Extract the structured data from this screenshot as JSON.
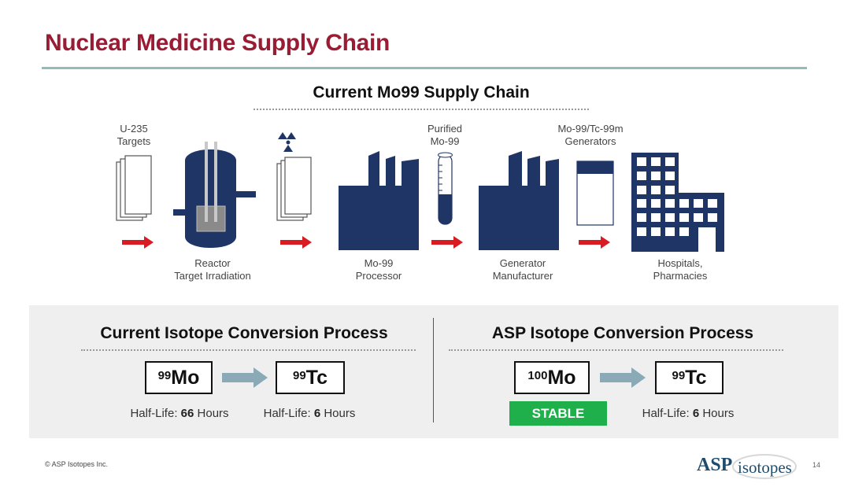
{
  "title": "Nuclear Medicine Supply Chain",
  "supply_chain": {
    "heading": "Current Mo99 Supply Chain",
    "top_labels": {
      "targets": [
        "U-235",
        "Targets"
      ],
      "purified": [
        "Purified",
        "Mo-99"
      ],
      "generators": [
        "Mo-99/Tc-99m",
        "Generators"
      ]
    },
    "bottom_labels": {
      "reactor": [
        "Reactor",
        "Target Irradiation"
      ],
      "processor": [
        "Mo-99",
        "Processor"
      ],
      "manufacturer": [
        "Generator",
        "Manufacturer"
      ],
      "hospitals": [
        "Hospitals,",
        "Pharmacies"
      ]
    },
    "colors": {
      "navy": "#1f3566",
      "arrow": "#d91c24"
    }
  },
  "current_process": {
    "heading": "Current Isotope Conversion Process",
    "from": {
      "mass": "99",
      "element": "Mo"
    },
    "to": {
      "mass": "99",
      "element": "Tc"
    },
    "from_half_life": {
      "label": "Half-Life:",
      "value": "66",
      "unit": "Hours"
    },
    "to_half_life": {
      "label": "Half-Life:",
      "value": "6",
      "unit": "Hours"
    }
  },
  "asp_process": {
    "heading": "ASP Isotope Conversion Process",
    "from": {
      "mass": "100",
      "element": "Mo"
    },
    "to": {
      "mass": "99",
      "element": "Tc"
    },
    "stable_badge": "STABLE",
    "to_half_life": {
      "label": "Half-Life:",
      "value": "6",
      "unit": "Hours"
    }
  },
  "footer": {
    "copyright": "© ASP Isotopes Inc.",
    "logo_asp": "ASP",
    "logo_isotopes": "isotopes",
    "page_number": "14"
  }
}
